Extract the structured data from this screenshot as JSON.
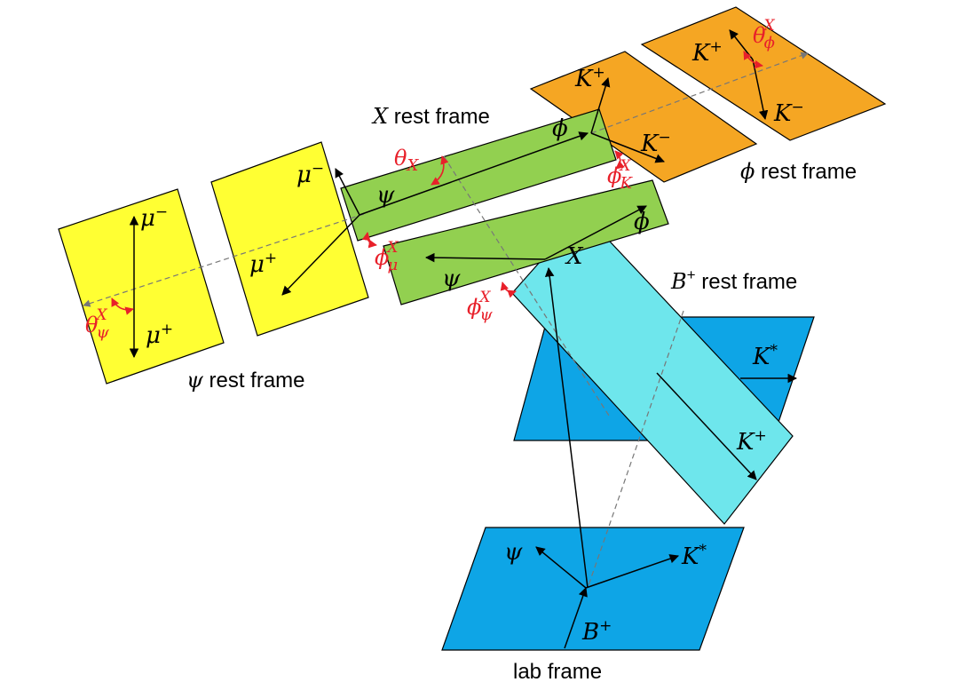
{
  "colors": {
    "psi_frame": "#ffff33",
    "x_frame": "#92d050",
    "phi_frame": "#f5a623",
    "b_frame": "#6ee6ec",
    "kstar_frame": "#0ea5e6",
    "lab_frame": "#0ea5e6",
    "angle_label": "#e8202a"
  },
  "frames": {
    "psi_rest": {
      "name": "ψ",
      "label": "rest frame"
    },
    "x_rest": {
      "name": "X",
      "label": "rest frame"
    },
    "phi_rest": {
      "name": "ϕ",
      "label": "rest frame"
    },
    "b_rest": {
      "name": "B",
      "sup": "+",
      "label": "rest frame"
    },
    "lab": {
      "label": "lab frame"
    }
  },
  "particles": {
    "mu_minus_a": {
      "base": "μ",
      "sup": "−"
    },
    "mu_plus_a": {
      "base": "μ",
      "sup": "+"
    },
    "mu_minus_b": {
      "base": "μ",
      "sup": "−"
    },
    "mu_plus_b": {
      "base": "μ",
      "sup": "+"
    },
    "psi_x_upper": {
      "base": "ψ"
    },
    "phi_x_upper": {
      "base": "ϕ"
    },
    "psi_x_lower": {
      "base": "ψ"
    },
    "phi_x_lower": {
      "base": "ϕ"
    },
    "x_in_b": {
      "base": "X"
    },
    "kplus_b": {
      "base": "K",
      "sup": "+"
    },
    "kstar_b": {
      "base": "K",
      "sup": "*"
    },
    "kplus_phi_a": {
      "base": "K",
      "sup": "+"
    },
    "kminus_phi_a": {
      "base": "K",
      "sup": "−"
    },
    "kplus_phi_b": {
      "base": "K",
      "sup": "+"
    },
    "kminus_phi_b": {
      "base": "K",
      "sup": "−"
    },
    "psi_lab": {
      "base": "ψ"
    },
    "kstar_lab": {
      "base": "K",
      "sup": "*"
    },
    "bplus_lab": {
      "base": "B",
      "sup": "+"
    }
  },
  "angles": {
    "theta_x": {
      "base": "θ",
      "sub": "X"
    },
    "phi_k": {
      "base": "ϕ",
      "sup": "X",
      "sub": "K"
    },
    "phi_mu": {
      "base": "ϕ",
      "sup": "X",
      "sub": "μ"
    },
    "phi_psi": {
      "base": "ϕ",
      "sup": "X",
      "sub": "ψ"
    },
    "theta_psi": {
      "base": "θ",
      "sup": "X",
      "sub": "ψ"
    },
    "theta_phi": {
      "base": "θ",
      "sup": "X",
      "sub": "ϕ"
    }
  }
}
